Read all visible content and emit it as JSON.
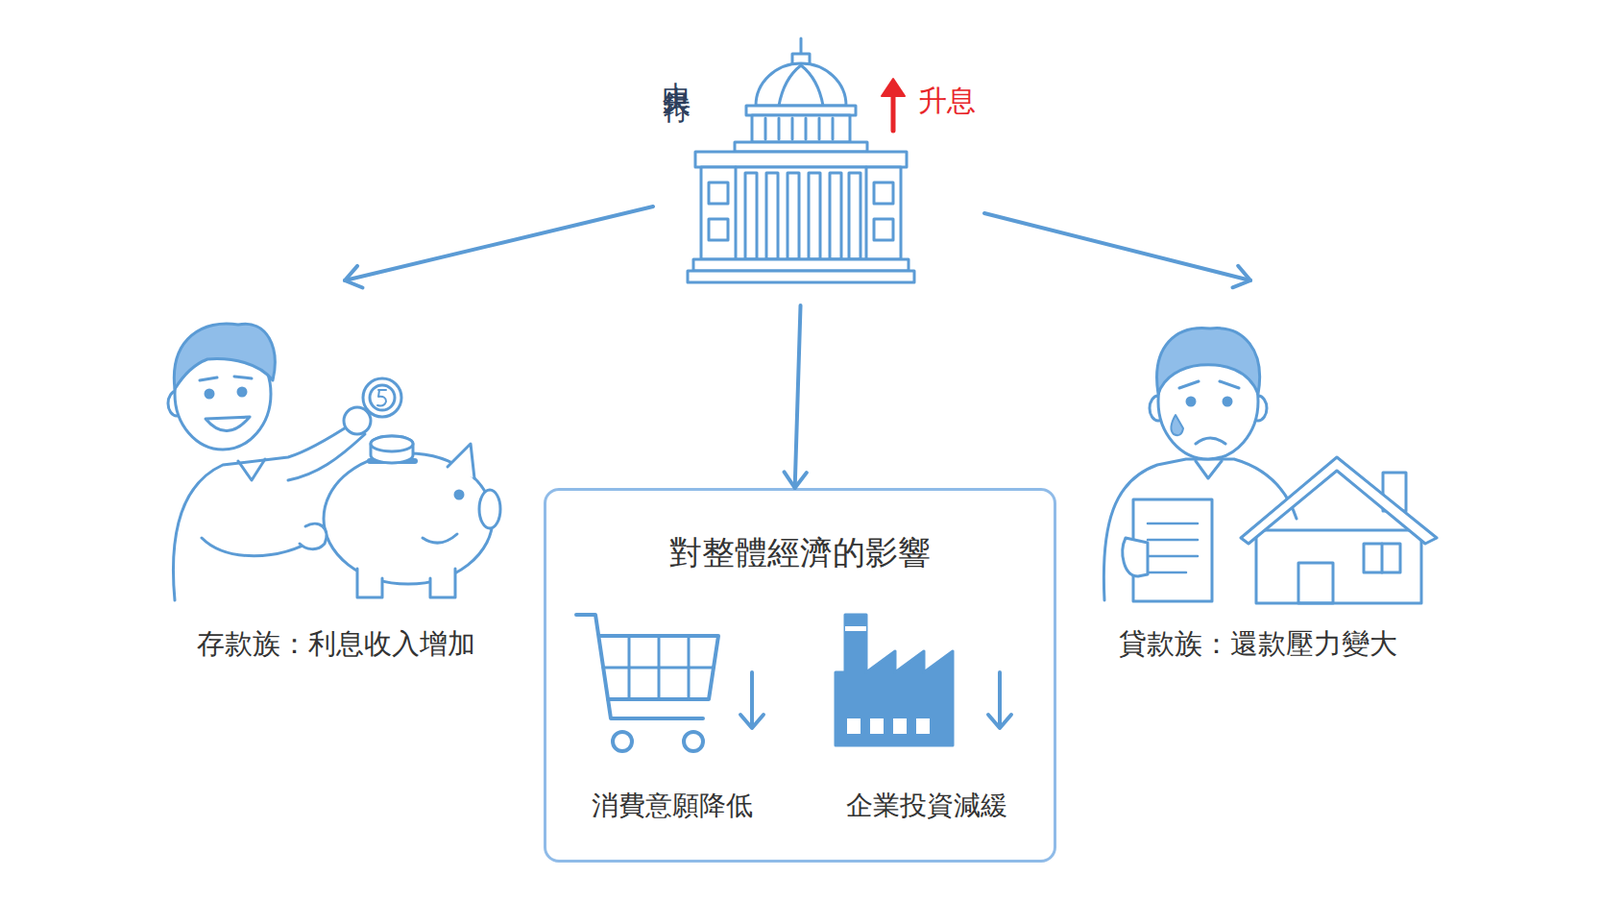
{
  "diagram": {
    "nodes": [
      {
        "text": [
          "中央銀行",
          "升息"
        ]
      },
      {
        "text": [
          "存款族：利息收入增加"
        ]
      },
      {
        "text": [
          "對整體經濟的影響"
        ]
      },
      {
        "text": [
          "消費意願降低"
        ],
        "in": 2
      },
      {
        "text": [
          "企業投資減緩"
        ],
        "in": 2
      },
      {
        "text": [
          "貸款族：還款壓力變大"
        ]
      }
    ],
    "edges": [
      {
        "from": 0,
        "to": 1,
        "arrow": "to"
      },
      {
        "from": 0,
        "to": 2,
        "arrow": "to"
      },
      {
        "from": 0,
        "to": 5,
        "arrow": "to"
      }
    ]
  }
}
